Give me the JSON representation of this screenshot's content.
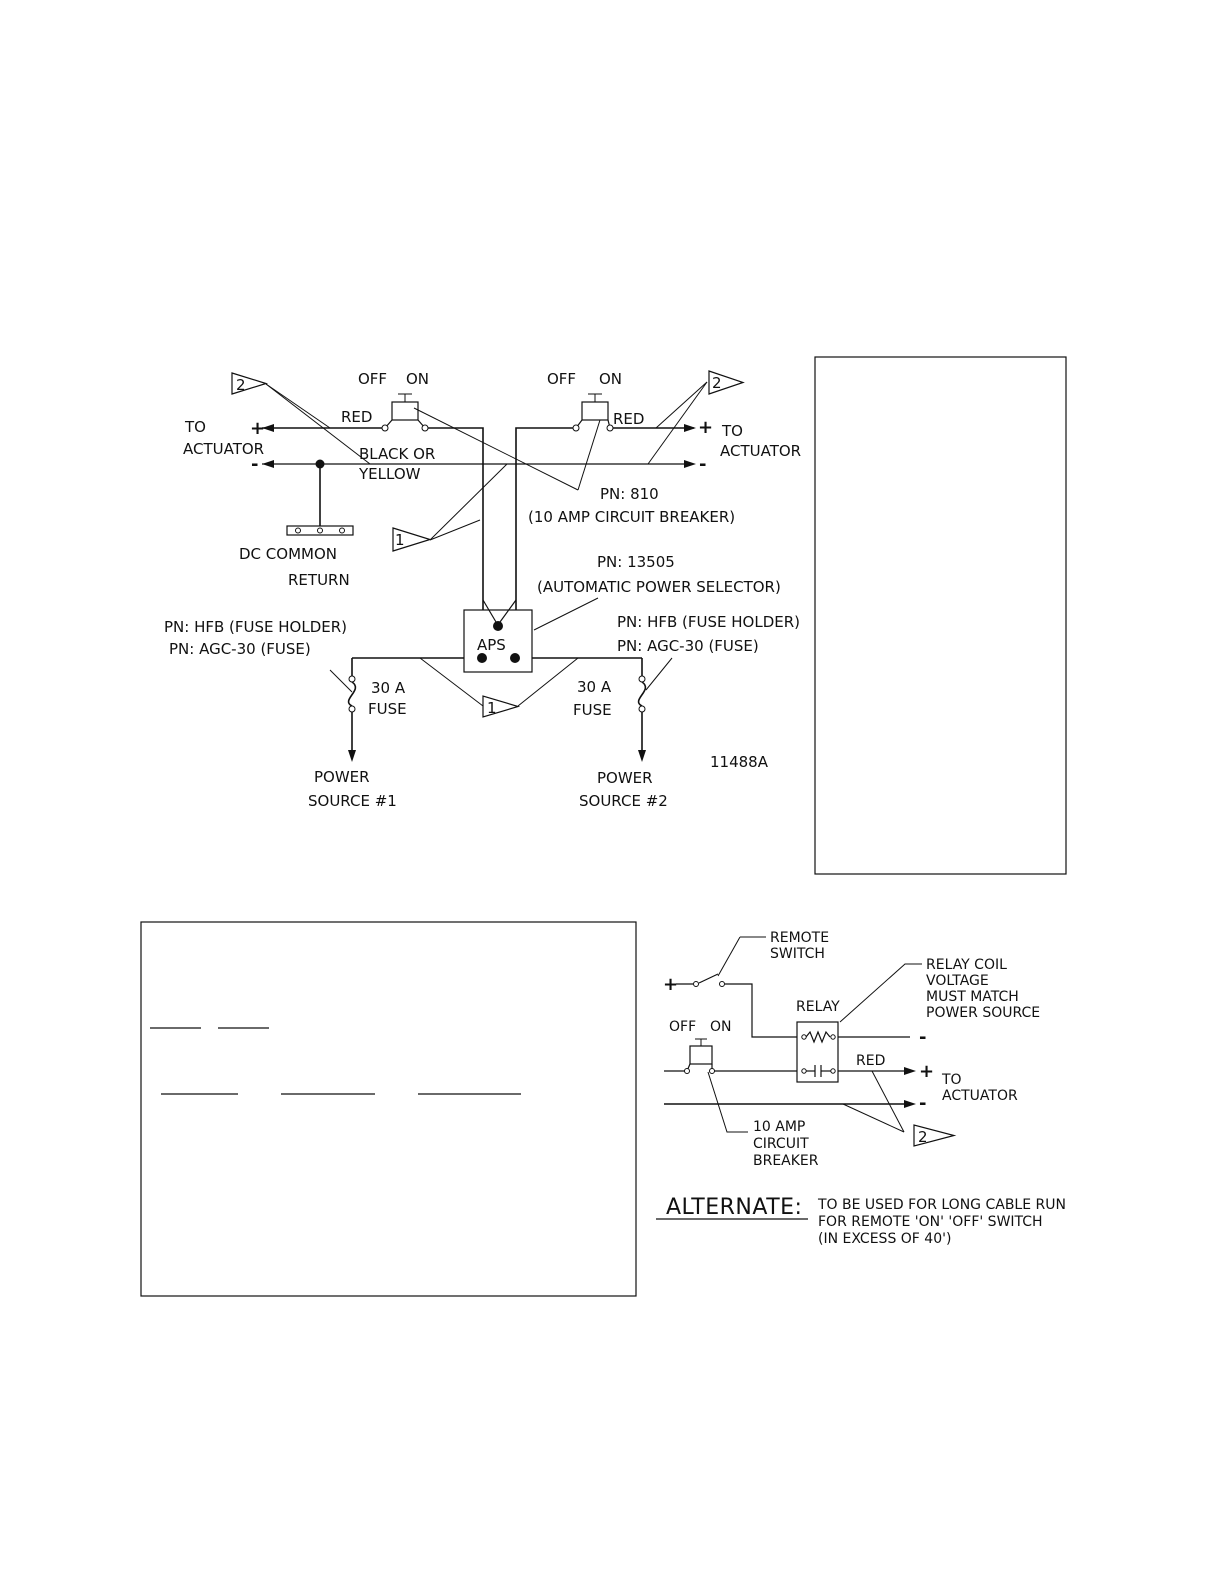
{
  "main": {
    "tag_2": "2",
    "tag_1": "1",
    "cb_left_off": "OFF",
    "cb_left_on": "ON",
    "cb_right_off": "OFF",
    "cb_right_on": "ON",
    "red_left": "RED",
    "red_right": "RED",
    "to_left": "TO",
    "actuator_left": "ACTUATOR",
    "to_right": "TO",
    "actuator_right": "ACTUATOR",
    "plus": "+",
    "minus": "-",
    "black_or": "BLACK OR",
    "yellow": "YELLOW",
    "dc_common": "DC COMMON",
    "return": "RETURN",
    "pn_810": "PN: 810",
    "cb_desc": "(10 AMP CIRCUIT BREAKER)",
    "pn_13505": "PN: 13505",
    "aps_desc": "(AUTOMATIC POWER SELECTOR)",
    "aps": "APS",
    "pn_hfb": "PN: HFB (FUSE HOLDER)",
    "pn_agc": "PN: AGC-30 (FUSE)",
    "fuse_amp": "30 A",
    "fuse": "FUSE",
    "power": "POWER",
    "source_1": "SOURCE #1",
    "source_2": "SOURCE #2",
    "drawing_no": "11488A"
  },
  "alternate": {
    "remote": "REMOTE",
    "switch": "SWITCH",
    "relay_coil": "RELAY COIL",
    "voltage": "VOLTAGE",
    "must_match": "MUST MATCH",
    "power_source": "POWER SOURCE",
    "relay": "RELAY",
    "off": "OFF",
    "on": "ON",
    "red": "RED",
    "plus": "+",
    "minus": "-",
    "to": "TO",
    "actuator": "ACTUATOR",
    "amp10": "10 AMP",
    "circuit": "CIRCUIT",
    "breaker": "BREAKER",
    "tag_2": "2",
    "heading": "ALTERNATE:",
    "note_1": "TO BE USED FOR LONG CABLE RUN",
    "note_2": "FOR REMOTE 'ON' 'OFF' SWITCH",
    "note_3": "(IN EXCESS OF 40')"
  }
}
